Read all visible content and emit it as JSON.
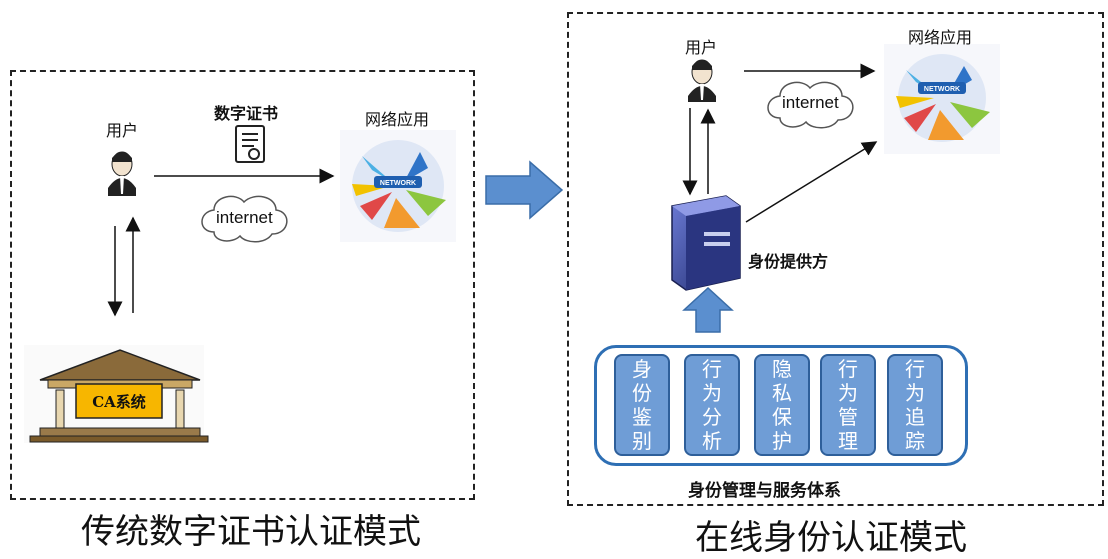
{
  "left": {
    "user_label": "用户",
    "cert_label": "数字证书",
    "app_label": "网络应用",
    "internet_label": "internet",
    "ca_label": "CA系统",
    "caption": "传统数字证书认证模式"
  },
  "right": {
    "user_label": "用户",
    "app_label": "网络应用",
    "internet_label": "internet",
    "provider_label": "身份提供方",
    "system_label": "身份管理与服务体系",
    "caption": "在线身份认证模式",
    "modules": [
      [
        "身",
        "份",
        "鉴",
        "别"
      ],
      [
        "行",
        "为",
        "分",
        "析"
      ],
      [
        "隐",
        "私",
        "保",
        "护"
      ],
      [
        "行",
        "为",
        "管",
        "理"
      ],
      [
        "行",
        "为",
        "追",
        "踪"
      ]
    ]
  },
  "network_badge": "NETWORK",
  "colors": {
    "accent_blue": "#5b8fcf",
    "module_blue": "#6f9dd6",
    "panel_border": "#2e6fb4"
  }
}
